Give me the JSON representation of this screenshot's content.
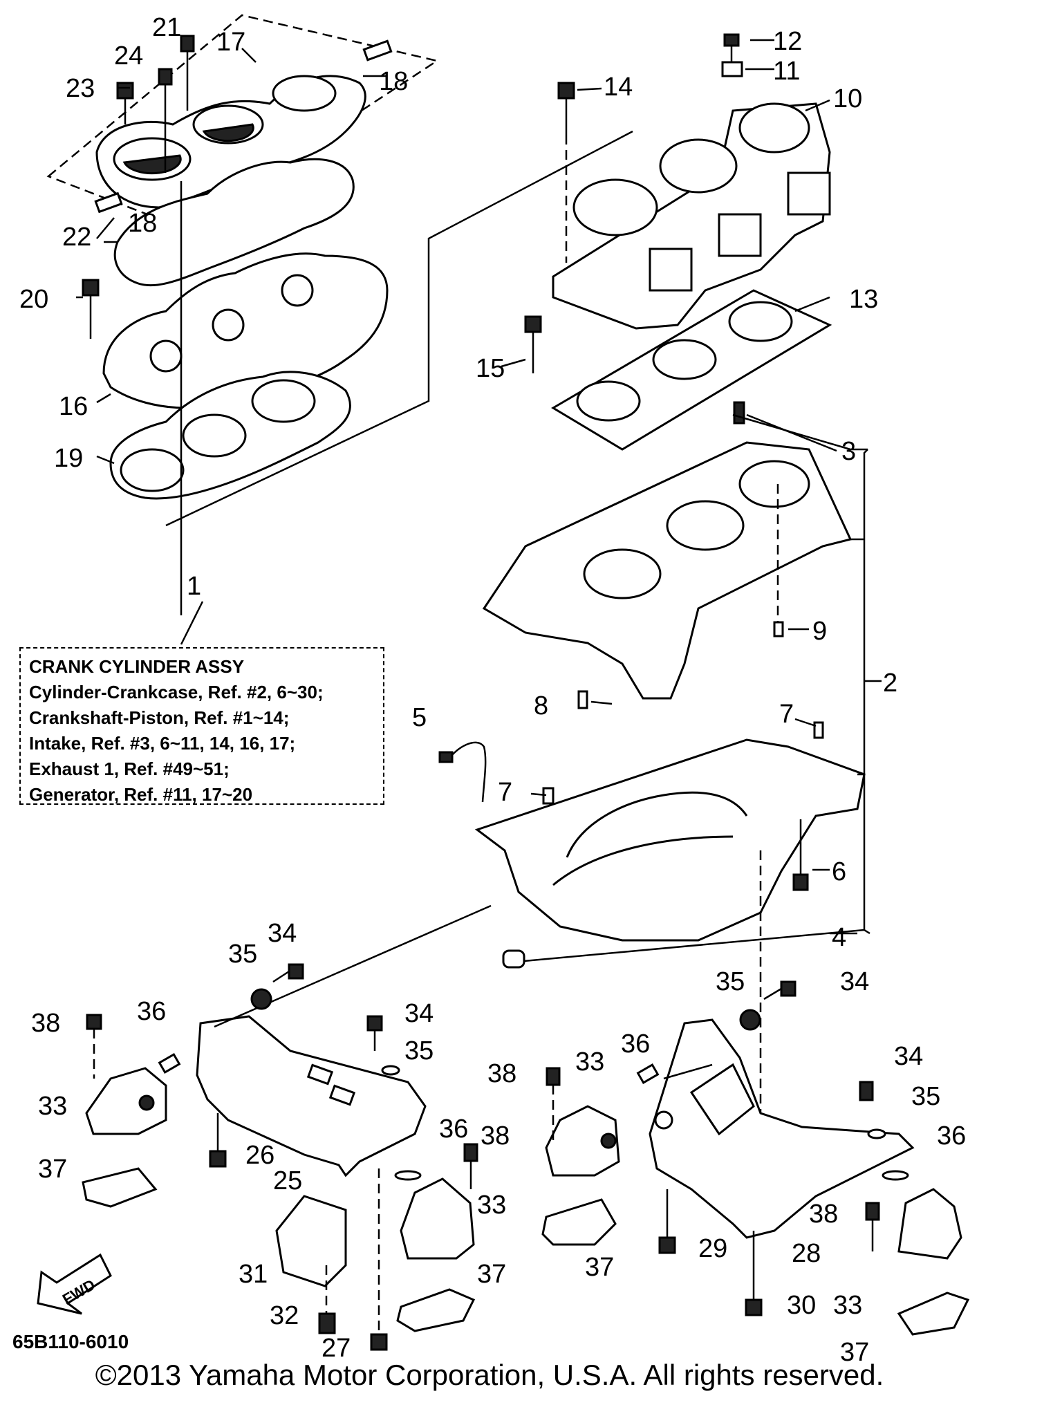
{
  "assembly_box": {
    "title": "CRANK CYLINDER ASSY",
    "lines": [
      "Cylinder-Crankcase, Ref. #2, 6~30;",
      "Crankshaft-Piston, Ref. #1~14;",
      "Intake, Ref. #3, 6~11, 14, 16, 17;",
      "Exhaust 1, Ref. #49~51;",
      "Generator, Ref. #11, 17~20"
    ]
  },
  "fwd_label": "FWD",
  "diagram_code": "65B110-6010",
  "copyright": "©2013 Yamaha Motor Corporation, U.S.A. All rights reserved.",
  "callouts": [
    {
      "id": "c21",
      "text": "21"
    },
    {
      "id": "c24",
      "text": "24"
    },
    {
      "id": "c17",
      "text": "17"
    },
    {
      "id": "c18a",
      "text": "18"
    },
    {
      "id": "c23",
      "text": "23"
    },
    {
      "id": "c18b",
      "text": "18"
    },
    {
      "id": "c22",
      "text": "22"
    },
    {
      "id": "c20",
      "text": "20"
    },
    {
      "id": "c16",
      "text": "16"
    },
    {
      "id": "c19",
      "text": "19"
    },
    {
      "id": "c12",
      "text": "12"
    },
    {
      "id": "c11",
      "text": "11"
    },
    {
      "id": "c14",
      "text": "14"
    },
    {
      "id": "c10",
      "text": "10"
    },
    {
      "id": "c13",
      "text": "13"
    },
    {
      "id": "c15",
      "text": "15"
    },
    {
      "id": "c3",
      "text": "3"
    },
    {
      "id": "c1",
      "text": "1"
    },
    {
      "id": "c9",
      "text": "9"
    },
    {
      "id": "c2",
      "text": "2"
    },
    {
      "id": "c5",
      "text": "5"
    },
    {
      "id": "c8",
      "text": "8"
    },
    {
      "id": "c7a",
      "text": "7"
    },
    {
      "id": "c7b",
      "text": "7"
    },
    {
      "id": "c6",
      "text": "6"
    },
    {
      "id": "c4",
      "text": "4"
    },
    {
      "id": "c34a",
      "text": "34"
    },
    {
      "id": "c35a",
      "text": "35"
    },
    {
      "id": "c38a",
      "text": "38"
    },
    {
      "id": "c36a",
      "text": "36"
    },
    {
      "id": "c34b",
      "text": "34"
    },
    {
      "id": "c35b",
      "text": "35"
    },
    {
      "id": "c33a",
      "text": "33"
    },
    {
      "id": "c26",
      "text": "26"
    },
    {
      "id": "c37a",
      "text": "37"
    },
    {
      "id": "c25",
      "text": "25"
    },
    {
      "id": "c36b",
      "text": "36"
    },
    {
      "id": "c38b",
      "text": "38"
    },
    {
      "id": "c33b",
      "text": "33"
    },
    {
      "id": "c31",
      "text": "31"
    },
    {
      "id": "c37b",
      "text": "37"
    },
    {
      "id": "c32",
      "text": "32"
    },
    {
      "id": "c27",
      "text": "27"
    },
    {
      "id": "c35c",
      "text": "35"
    },
    {
      "id": "c34c",
      "text": "34"
    },
    {
      "id": "c38c",
      "text": "38"
    },
    {
      "id": "c33c",
      "text": "33"
    },
    {
      "id": "c36c",
      "text": "36"
    },
    {
      "id": "c37c",
      "text": "37"
    },
    {
      "id": "c34d",
      "text": "34"
    },
    {
      "id": "c35d",
      "text": "35"
    },
    {
      "id": "c36d",
      "text": "36"
    },
    {
      "id": "c38d",
      "text": "38"
    },
    {
      "id": "c28",
      "text": "28"
    },
    {
      "id": "c29",
      "text": "29"
    },
    {
      "id": "c30",
      "text": "30"
    },
    {
      "id": "c33d",
      "text": "33"
    },
    {
      "id": "c37d",
      "text": "37"
    }
  ]
}
